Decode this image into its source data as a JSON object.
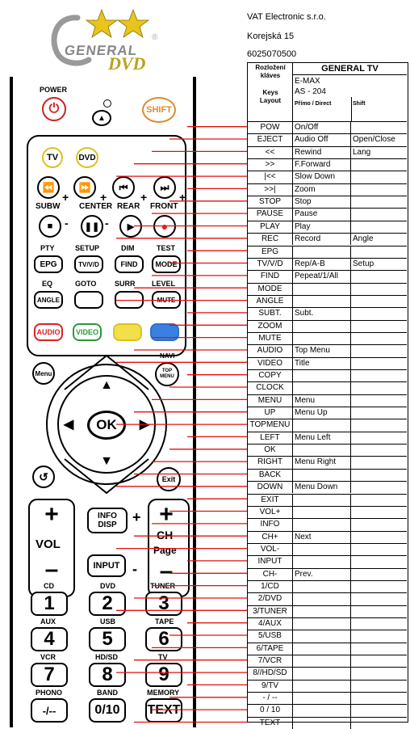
{
  "logo": {
    "text": "GENERAL",
    "dvd": "DVD",
    "reg": "®"
  },
  "company": {
    "name": "VAT Electronic s.r.o.",
    "street": "Korejská 15",
    "phone": "6025070500"
  },
  "table": {
    "header_layout": "Rozložení kláves",
    "header_keys": "Keys Layout",
    "brand": "GENERAL TV",
    "model_line1": "E-MAX",
    "model_line2": "AS - 204",
    "col_direct": "Přímo / Direct",
    "col_shift": "Shift",
    "rows": [
      {
        "key": "POW",
        "direct": "On/Off",
        "shift": ""
      },
      {
        "key": "EJECT",
        "direct": "Audio Off",
        "shift": "Open/Close"
      },
      {
        "key": "<<",
        "direct": "Rewind",
        "shift": "Lang"
      },
      {
        "key": ">>",
        "direct": "F.Forward",
        "shift": ""
      },
      {
        "key": "|<<",
        "direct": "Slow Down",
        "shift": ""
      },
      {
        "key": ">>|",
        "direct": "Zoom",
        "shift": ""
      },
      {
        "key": "STOP",
        "direct": "Stop",
        "shift": ""
      },
      {
        "key": "PAUSE",
        "direct": "Pause",
        "shift": ""
      },
      {
        "key": "PLAY",
        "direct": "Play",
        "shift": ""
      },
      {
        "key": "REC",
        "direct": "Record",
        "shift": "Angle"
      },
      {
        "key": "EPG",
        "direct": "",
        "shift": ""
      },
      {
        "key": "TV/V/D",
        "direct": "Rep/A-B",
        "shift": "Setup"
      },
      {
        "key": "FIND",
        "direct": "Pepeat/1/All",
        "shift": ""
      },
      {
        "key": "MODE",
        "direct": "",
        "shift": ""
      },
      {
        "key": "ANGLE",
        "direct": "",
        "shift": ""
      },
      {
        "key": "SUBT.",
        "direct": "Subt.",
        "shift": ""
      },
      {
        "key": "ZOOM",
        "direct": "",
        "shift": ""
      },
      {
        "key": "MUTE",
        "direct": "",
        "shift": ""
      },
      {
        "key": "AUDIO",
        "direct": "Top Menu",
        "shift": ""
      },
      {
        "key": "VIDEO",
        "direct": "Title",
        "shift": ""
      },
      {
        "key": "COPY",
        "direct": "",
        "shift": ""
      },
      {
        "key": "CLOCK",
        "direct": "",
        "shift": ""
      },
      {
        "key": "MENU",
        "direct": "Menu",
        "shift": ""
      },
      {
        "key": "UP",
        "direct": "Menu Up",
        "shift": ""
      },
      {
        "key": "TOPMENU",
        "direct": "",
        "shift": ""
      },
      {
        "key": "LEFT",
        "direct": "Menu Left",
        "shift": ""
      },
      {
        "key": "OK",
        "direct": "",
        "shift": ""
      },
      {
        "key": "RIGHT",
        "direct": "Menu Right",
        "shift": ""
      },
      {
        "key": "BACK",
        "direct": "",
        "shift": ""
      },
      {
        "key": "DOWN",
        "direct": "Menu Down",
        "shift": ""
      },
      {
        "key": "EXIT",
        "direct": "",
        "shift": ""
      },
      {
        "key": "VOL+",
        "direct": "",
        "shift": ""
      },
      {
        "key": "INFO",
        "direct": "",
        "shift": ""
      },
      {
        "key": "CH+",
        "direct": "Next",
        "shift": ""
      },
      {
        "key": "VOL-",
        "direct": "",
        "shift": ""
      },
      {
        "key": "INPUT",
        "direct": "",
        "shift": ""
      },
      {
        "key": "CH-",
        "direct": "Prev.",
        "shift": ""
      },
      {
        "key": "1/CD",
        "direct": "",
        "shift": ""
      },
      {
        "key": "2/DVD",
        "direct": "",
        "shift": ""
      },
      {
        "key": "3/TUNER",
        "direct": "",
        "shift": ""
      },
      {
        "key": "4/AUX",
        "direct": "",
        "shift": ""
      },
      {
        "key": "5/USB",
        "direct": "",
        "shift": ""
      },
      {
        "key": "6/TAPE",
        "direct": "",
        "shift": ""
      },
      {
        "key": "7/VCR",
        "direct": "",
        "shift": ""
      },
      {
        "key": "8//HD/SD",
        "direct": "",
        "shift": ""
      },
      {
        "key": "9/TV",
        "direct": "",
        "shift": ""
      },
      {
        "key": "- / --",
        "direct": "",
        "shift": ""
      },
      {
        "key": "0 / 10",
        "direct": "",
        "shift": ""
      },
      {
        "key": "TEXT",
        "direct": "",
        "shift": ""
      }
    ]
  },
  "remote": {
    "power": "POWER",
    "shift": "SHIFT",
    "tv": "TV",
    "dvd": "DVD",
    "subw": "SUBW",
    "center": "CENTER",
    "rear": "REAR",
    "front": "FRONT",
    "pty": "PTY",
    "setup": "SETUP",
    "dim": "DIM",
    "test": "TEST",
    "epg": "EPG",
    "tvvd": "TV/V/D",
    "find": "FIND",
    "mode": "MODE",
    "eq": "EQ",
    "goto": "GOTO",
    "surr": "SURR",
    "level": "LEVEL",
    "angle": "ANGLE",
    "mute": "MUTE",
    "audio": "AUDIO",
    "video": "VIDEO",
    "menu": "Menu",
    "navi": "NAVI",
    "topmenu": "TOP MENU",
    "ok": "OK",
    "exit": "Exit",
    "info": "INFO DISP",
    "vol": "VOL",
    "input": "INPUT",
    "ch": "CH",
    "page": "Page",
    "cd": "CD",
    "dvd2": "DVD",
    "tuner": "TUNER",
    "aux": "AUX",
    "usb": "USB",
    "tape": "TAPE",
    "vcr": "VCR",
    "hdsd": "HD/SD",
    "tvlbl": "TV",
    "phono": "PHONO",
    "band": "BAND",
    "memory": "MEMORY",
    "n1": "1",
    "n2": "2",
    "n3": "3",
    "n4": "4",
    "n5": "5",
    "n6": "6",
    "n7": "7",
    "n8": "8",
    "n9": "9",
    "n010": "0/10",
    "text": "TEXT",
    "dash": "-/--",
    "plus": "+",
    "minus": "-"
  }
}
